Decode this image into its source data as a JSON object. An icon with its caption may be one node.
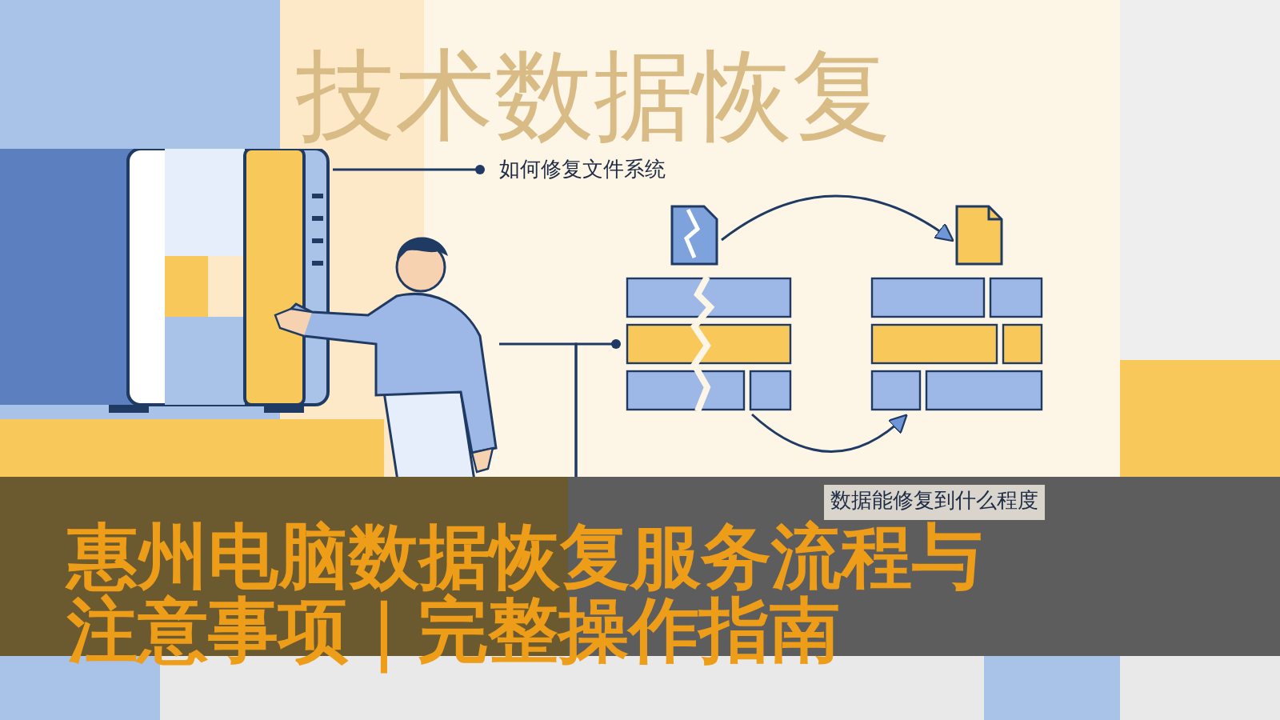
{
  "diagram": {
    "title": "惠州电脑数据恢复服务流程与注意事项｜完整操作指南",
    "nodes": [
      {
        "text": [],
        "shape": "picture"
      },
      {
        "text": [
          "如何修复文件系统"
        ]
      },
      {
        "text": [],
        "shape": "person"
      },
      {
        "text": [],
        "shape": "picture"
      },
      {
        "text": [],
        "shape": "picture"
      },
      {
        "text": [],
        "shape": "picture"
      },
      {
        "text": [],
        "shape": "picture"
      },
      {
        "text": [
          "数据能修复到什么程度"
        ]
      }
    ],
    "edges": [
      {
        "from": 0,
        "to": 1,
        "arrow": "other"
      },
      {
        "from": 2,
        "to": 7,
        "arrow": "other"
      },
      {
        "from": 7,
        "to": 5,
        "arrow": "other"
      },
      {
        "from": 3,
        "to": 4,
        "arrow": "to"
      },
      {
        "from": 5,
        "to": 6,
        "arrow": "to"
      }
    ],
    "labels": [
      "技术数据恢复"
    ]
  }
}
